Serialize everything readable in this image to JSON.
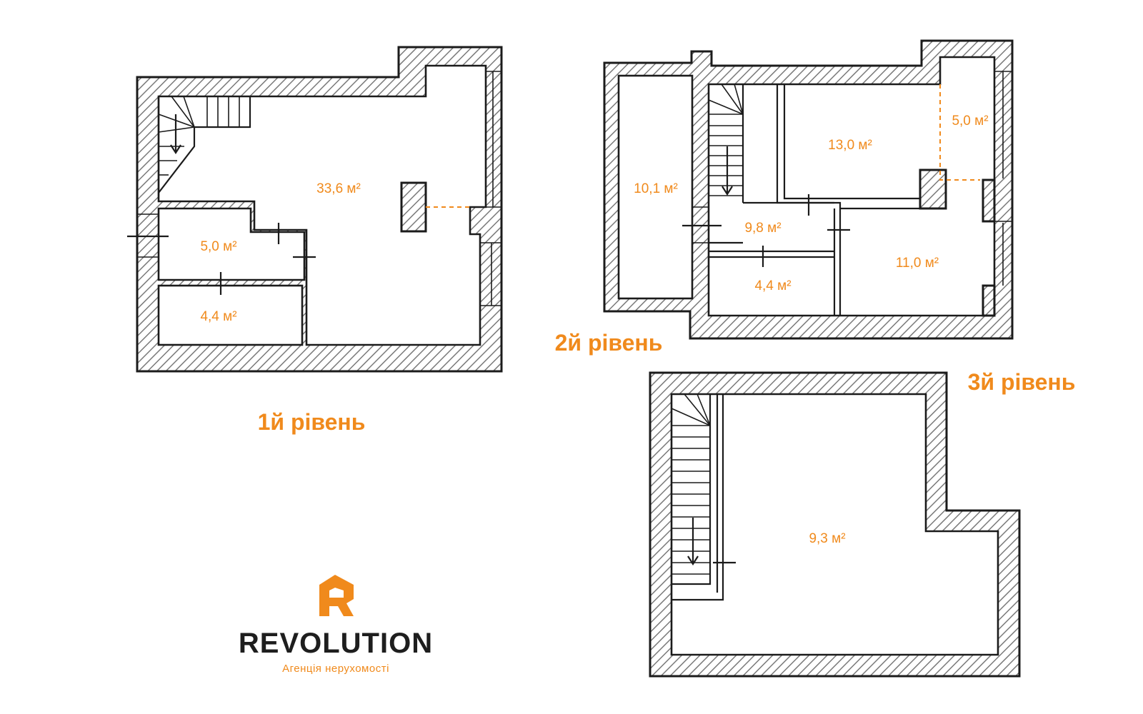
{
  "levels": {
    "level1": {
      "label": "1й рівень",
      "rooms": {
        "main": "33,6 м²",
        "bath": "5,0 м²",
        "storage": "4,4 м²"
      }
    },
    "level2": {
      "label": "2й рівень",
      "rooms": {
        "left": "10,1 м²",
        "bedroom": "13,0 м²",
        "balcony": "5,0 м²",
        "hall": "9,8 м²",
        "bath": "4,4 м²",
        "room": "11,0 м²"
      }
    },
    "level3": {
      "label": "3й рівень",
      "rooms": {
        "attic": "9,3 м²"
      }
    }
  },
  "brand": {
    "name": "REVOLUTION",
    "tagline": "Агенція нерухомості",
    "logo_icon": "revolution-logo-icon"
  },
  "colors": {
    "accent": "#f08a1c",
    "wall_line": "#1b1b1b"
  }
}
